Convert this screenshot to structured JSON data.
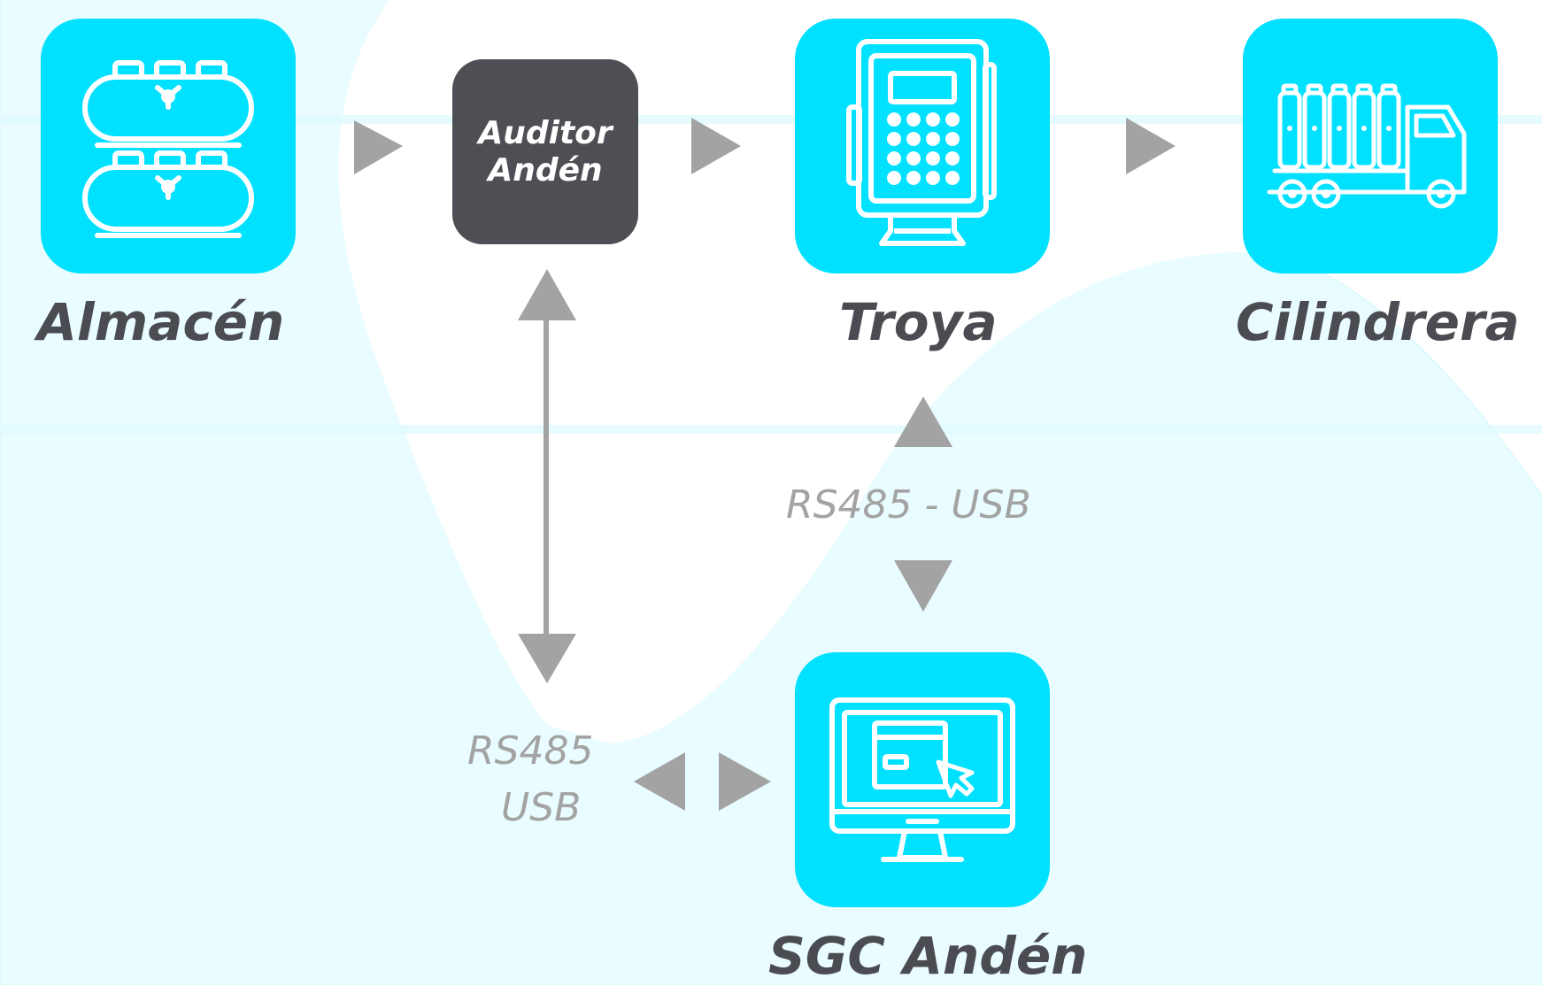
{
  "nodes": {
    "almacen": {
      "label": "Almacén",
      "icon": "storage-tanks-icon"
    },
    "auditor": {
      "line1": "Auditor",
      "line2": "Andén"
    },
    "troya": {
      "label": "Troya",
      "icon": "keypad-terminal-icon"
    },
    "cilindrera": {
      "label": "Cilindrera",
      "icon": "cylinder-truck-icon"
    },
    "sgc": {
      "label": "SGC Andén",
      "icon": "desktop-computer-icon"
    }
  },
  "connections": {
    "troya_sgc": "RS485 - USB",
    "auditor_sgc_line1": "RS485",
    "auditor_sgc_line2": "USB"
  },
  "colors": {
    "node_fill": "#00e1ff",
    "auditor_fill": "#4e4f54",
    "label_text": "#4b4c52",
    "arrow": "#a3a3a3",
    "background_wave": "#e7fcff"
  }
}
